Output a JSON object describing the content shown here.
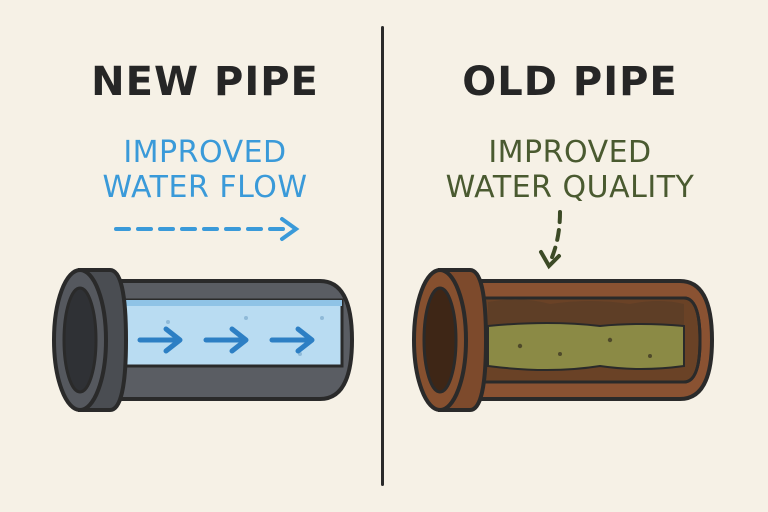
{
  "left_panel": {
    "title": "NEW PIPE",
    "caption_line1": "IMPROVED",
    "caption_line2": "WATER FLOW",
    "caption_color": "#3a9ad9",
    "pipe_color": "#4a4d52",
    "water_color": "#b9dcf2",
    "arrow_color": "#2d7fc4"
  },
  "right_panel": {
    "title": "OLD PIPE",
    "caption_line1": "IMPROVED",
    "caption_line2": "WATER QUALITY",
    "caption_color": "#4a5a30",
    "pipe_color": "#8a5232",
    "sediment_color": "#8b8a45",
    "dark_deposit_color": "#5e3e26"
  },
  "background_color": "#f6f1e6"
}
